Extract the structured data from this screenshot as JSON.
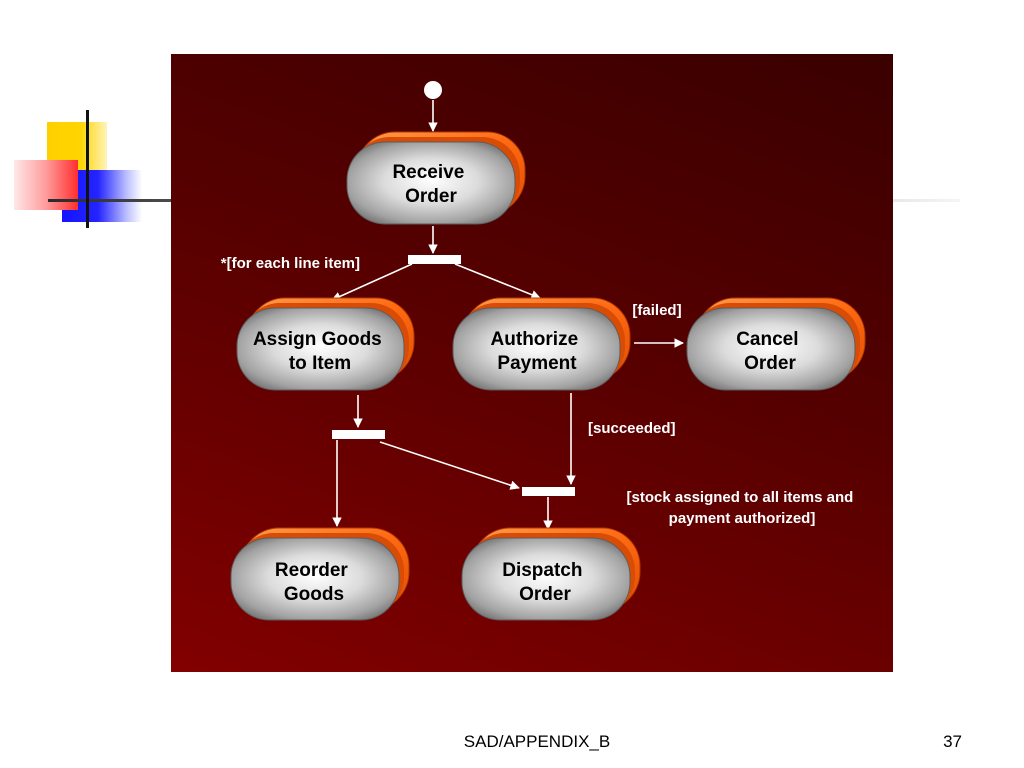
{
  "colors": {
    "panel_top": "#3a0000",
    "panel_bottom": "#820000",
    "node_accent": "#ff6a13",
    "flow_lines": "#ffffff"
  },
  "diagram": {
    "activities": {
      "receive_order": [
        "Receive",
        "Order"
      ],
      "assign_goods_to_item": [
        "Assign Goods",
        "to Item"
      ],
      "authorize_payment": [
        "Authorize",
        "Payment"
      ],
      "cancel_order": [
        "Cancel",
        "Order"
      ],
      "reorder_goods": [
        "Reorder",
        "Goods"
      ],
      "dispatch_order": [
        "Dispatch",
        "Order"
      ]
    },
    "guards": {
      "for_each_line_item": "*[for each line item]",
      "failed": "[failed]",
      "succeeded": "[succeeded]",
      "stock_and_payment": [
        "[stock assigned to all items and",
        "payment authorized]"
      ]
    }
  },
  "footer": {
    "footer_text": "SAD/APPENDIX_B",
    "page_number": "37"
  }
}
